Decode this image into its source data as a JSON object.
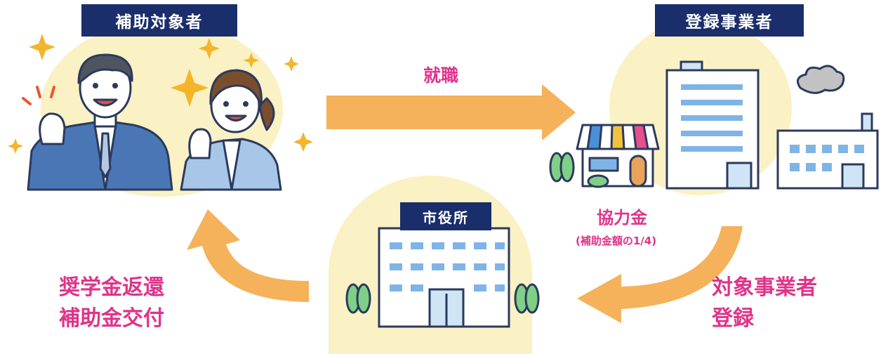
{
  "nodes": {
    "recipients": {
      "label": "補助対象者"
    },
    "businesses": {
      "label": "登録事業者"
    },
    "city_hall": {
      "label": "市役所"
    }
  },
  "flows": {
    "employment": {
      "label": "就職"
    },
    "contribution": {
      "label": "協力金",
      "sub": "(補助金額の1/4)"
    },
    "registration": {
      "line1": "対象事業者",
      "line2": "登録"
    },
    "subsidy": {
      "line1": "奨学金返還",
      "line2": "補助金交付"
    }
  },
  "colors": {
    "navy": "#1a2e6b",
    "pink": "#e0338a",
    "arrow": "#f5b25a",
    "blob": "#faf1c4",
    "building_blue": "#cfe4f5",
    "window_blue": "#7fb4e6"
  }
}
